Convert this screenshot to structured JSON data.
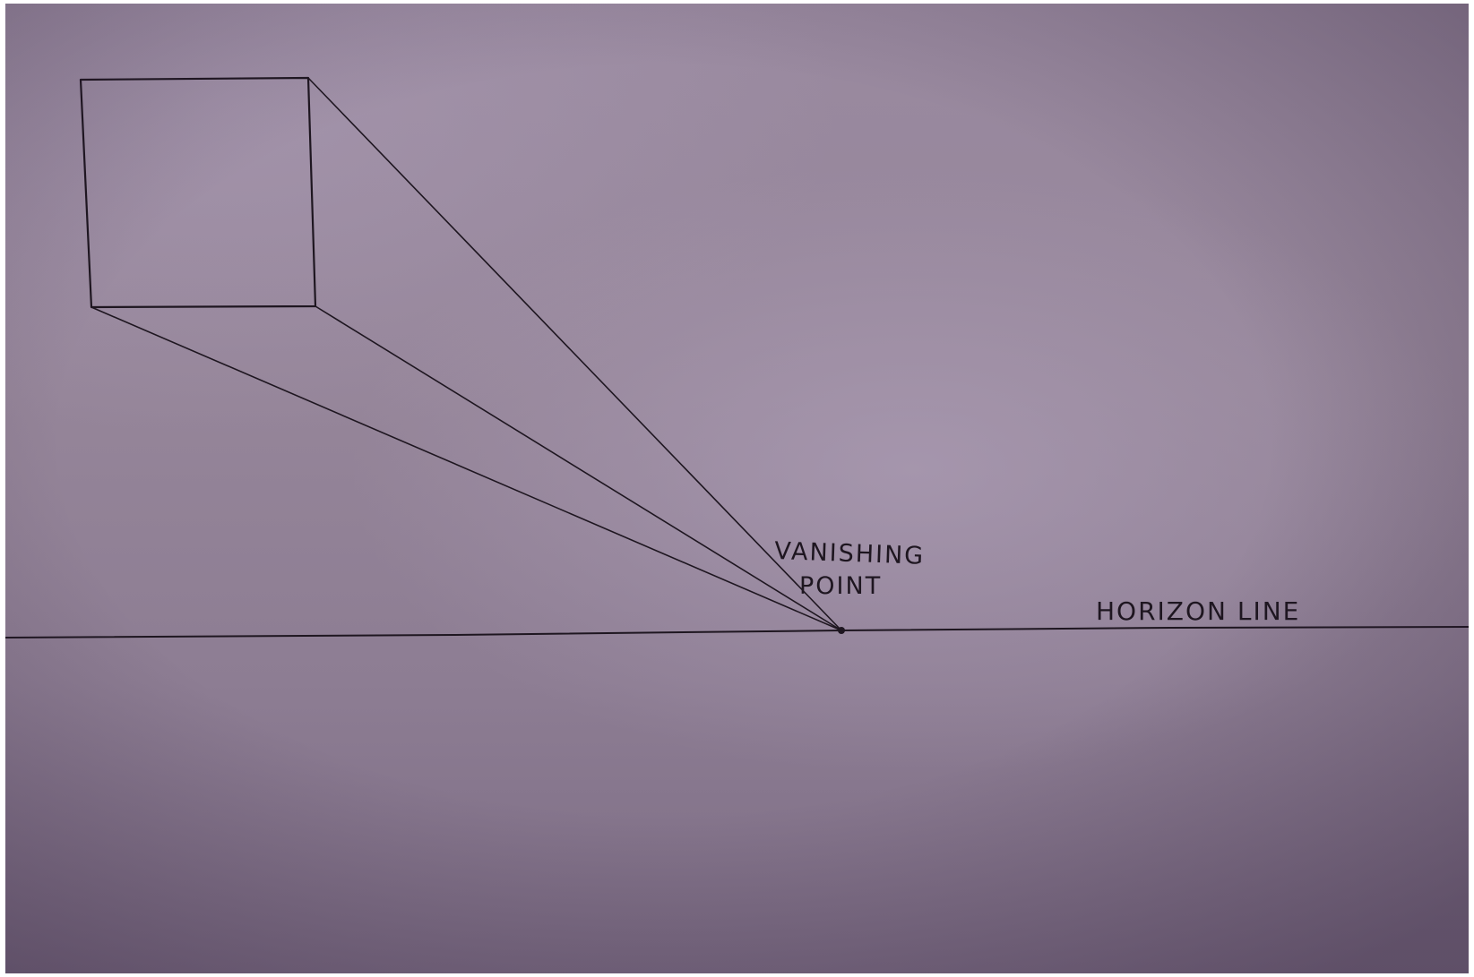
{
  "drawing": {
    "labels": {
      "vanishing_point_line1": "VANISHING",
      "vanishing_point_line2": "POINT",
      "horizon_line": "HORIZON LINE"
    },
    "colors": {
      "paper": "#958599",
      "ink": "#1e1620"
    }
  }
}
